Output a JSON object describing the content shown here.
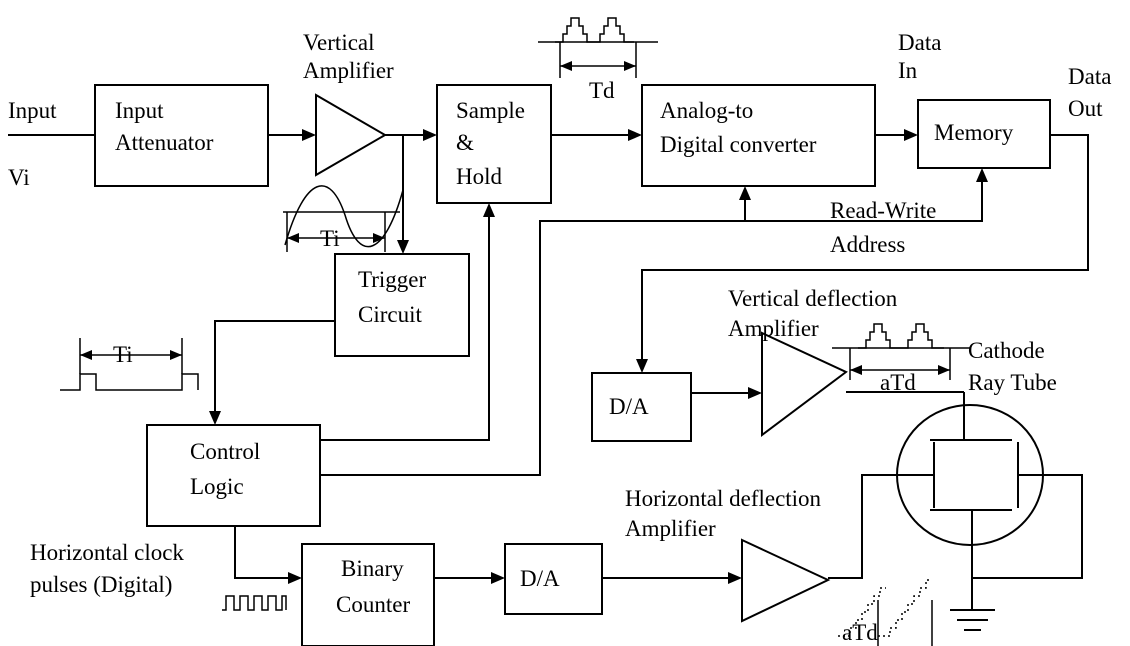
{
  "labels": {
    "input": "Input",
    "vi": "Vi",
    "vertical_amp_1": "Vertical",
    "vertical_amp_2": "Amplifier",
    "input_att_1": "Input",
    "input_att_2": "Attenuator",
    "sample_1": "Sample",
    "sample_2": "&",
    "sample_3": "Hold",
    "td": "Td",
    "adc_1": "Analog-to",
    "adc_2": "Digital converter",
    "data_in_1": "Data",
    "data_in_2": "In",
    "memory": "Memory",
    "data_out_1": "Data",
    "data_out_2": "Out",
    "rw_1": "Read-Write",
    "rw_2": "Address",
    "ti_top": "Ti",
    "trigger_1": "Trigger",
    "trigger_2": "Circuit",
    "ti_left": "Ti",
    "vdef_1": "Vertical deflection",
    "vdef_2": "Amplifier",
    "cathode_1": "Cathode",
    "cathode_2": "Ray Tube",
    "atd_top": "aTd",
    "da_top": "D/A",
    "control_1": "Control",
    "control_2": "Logic",
    "hdef_1": "Horizontal deflection",
    "hdef_2": "Amplifier",
    "hclock_1": "Horizontal clock",
    "hclock_2": "pulses (Digital)",
    "binary_1": "Binary",
    "binary_2": "Counter",
    "da_bottom": "D/A",
    "atd_bottom": "aTd"
  }
}
